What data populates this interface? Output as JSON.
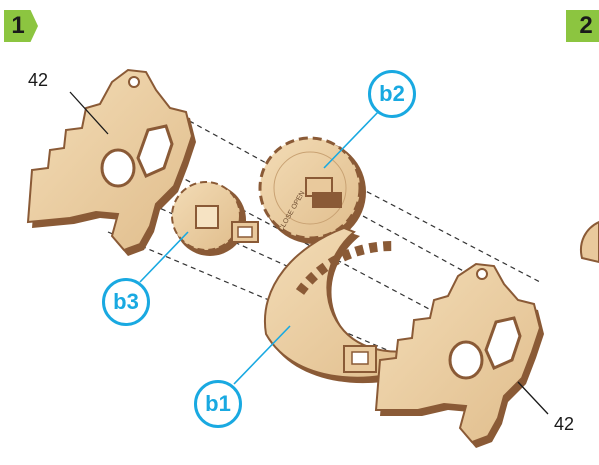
{
  "steps": {
    "step1": "1",
    "step2": "2"
  },
  "part_numbers": {
    "top_left": "42",
    "bottom_right": "42"
  },
  "callouts": {
    "b1": "b1",
    "b2": "b2",
    "b3": "b3"
  },
  "gear_engraving": "CLOSE OPEN",
  "colors": {
    "step_badge": "#8cc540",
    "callout": "#19a9e1",
    "wood_face": "#e9c99c",
    "wood_edge": "#8a5a36",
    "guide_line": "#333333"
  },
  "icons": [
    "wooden-plate-part",
    "gear-part",
    "ratchet-part"
  ]
}
